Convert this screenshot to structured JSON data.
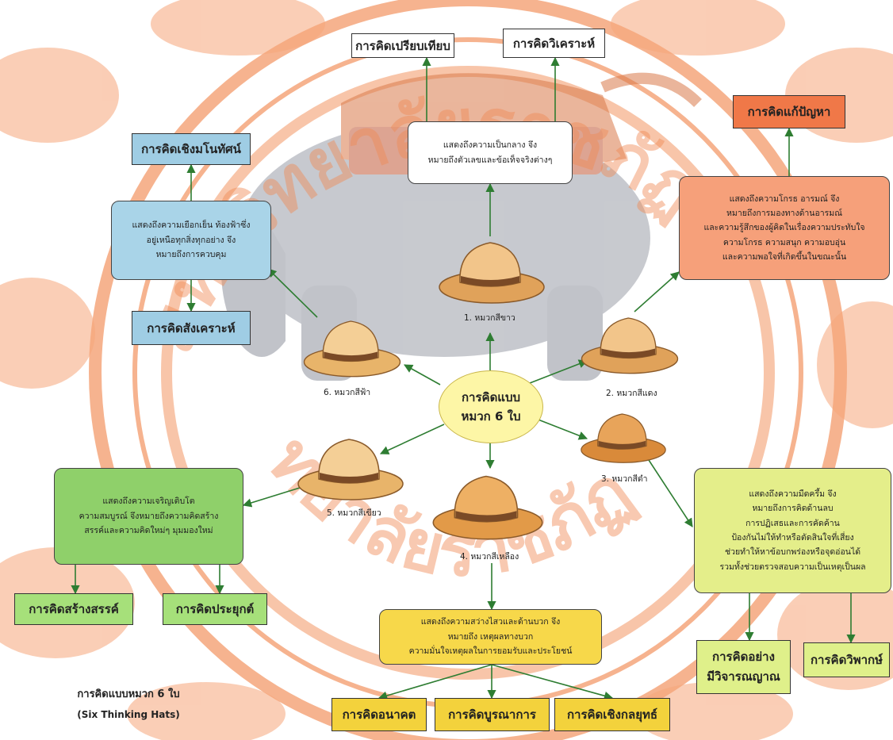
{
  "watermark": {
    "text_top": "มหาวิทยาลัยราชภัฏ",
    "text_bottom": "ทยาลัยราชภัฏ",
    "color": "#f08a55"
  },
  "center": {
    "line1": "การคิดแบบ",
    "line2": "หมวก 6 ใบ"
  },
  "caption": {
    "line1": "การคิดแบบหมวก 6 ใบ",
    "line2": "(Six Thinking Hats)"
  },
  "hats": {
    "white": "1. หมวกสีขาว",
    "red": "2. หมวกสีแดง",
    "black": "3. หมวกสีดำ",
    "yellow": "4. หมวกสีเหลือง",
    "green": "5. หมวกสีเขียว",
    "blue": "6. หมวกสีฟ้า"
  },
  "descriptions": {
    "white": "แสดงถึงความเป็นกลาง จึง\nหมายถึงตัวเลขและข้อเท็จจริงต่างๆ",
    "red": "แสดงถึงความโกรธ อารมณ์ จึง\nหมายถึงการมองทางด้านอารมณ์\nและความรู้สึกของผู้คิดในเรื่องความประทับใจ\nความโกรธ ความสนุก ความอบอุ่น\nและความพอใจที่เกิดขึ้นในขณะนั้น",
    "blue": "แสดงถึงความเยือกเย็น ท้องฟ้าซึ่ง\nอยู่เหนือทุกสิ่งทุกอย่าง จึง\nหมายถึงการควบคุม",
    "green": "แสดงถึงความเจริญเติบโต\nความสมบูรณ์ จึงหมายถึงความคิดสร้าง\nสรรค์และความคิดใหม่ๆ มุมมองใหม่",
    "yellow": "แสดงถึงความสว่างไสวและด้านบวก จึง\nหมายถึง เหตุผลทางบวก\nความมั่นใจเหตุผลในการยอมรับและประโยชน์",
    "black": "แสดงถึงความมืดครึ้ม จึง\nหมายถึงการคิดด้านลบ\nการปฏิเสธและการคัดค้าน\nป้องกันไม่ให้ทำหรือตัดสินใจที่เสี่ยง\nช่วยทำให้หาข้อบกพร่องหรือจุดอ่อนได้\nรวมทั้งช่วยตรวจสอบความเป็นเหตุเป็นผล"
  },
  "outcomes": {
    "compare": "การคิดเปรียบเทียบ",
    "analyze": "การคิดวิเคราะห์",
    "problem": "การคิดแก้ปัญหา",
    "concept": "การคิดเชิงมโนทัศน์",
    "synthesis": "การคิดสังเคราะห์",
    "creative": "การคิดสร้างสรรค์",
    "apply": "การคิดประยุกต์",
    "future": "การคิดอนาคต",
    "integrate": "การคิดบูรณาการ",
    "strategic": "การคิดเชิงกลยุทธ์",
    "critical": "การคิดอย่าง\nมีวิจารณญาณ",
    "critique": "การคิดวิพากษ์"
  },
  "colors": {
    "arrow": "#2e7d32",
    "white_box": "#ffffff",
    "red_box": "#f6a07a",
    "red_label": "#f07848",
    "blue_box": "#a9d4e8",
    "blue_label": "#9fcde4",
    "green_box": "#8fd06a",
    "green_label": "#a6e07a",
    "yellow_box": "#f7d84a",
    "yellow_label": "#f3d23c",
    "black_box": "#e4ee8a",
    "black_label": "#dff08a",
    "hat_main": "#e8b46a",
    "hat_dark": "#b5722e",
    "hat_band": "#7a4a26"
  }
}
